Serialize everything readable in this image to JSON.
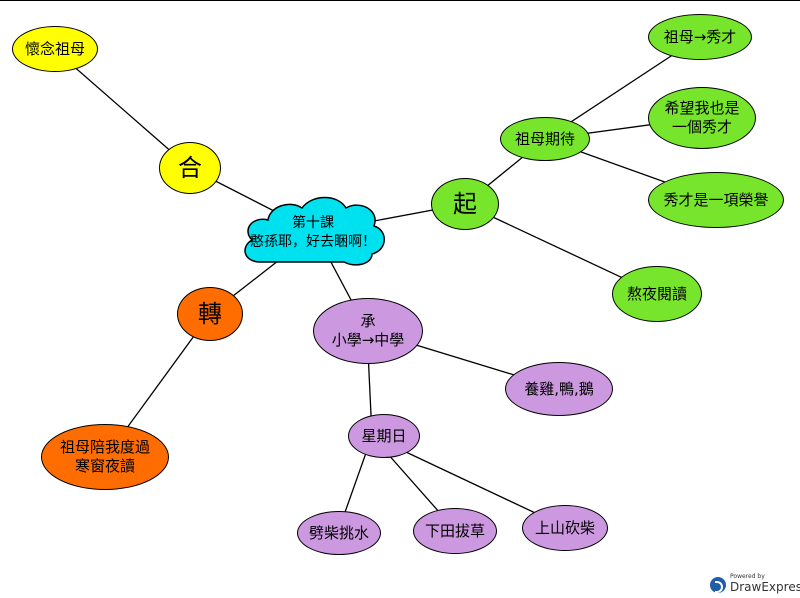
{
  "diagram": {
    "center": {
      "line1": "第十課",
      "line2": "憨孫耶，好去睏啊！"
    },
    "nodes": {
      "qi": "起",
      "zumu_qidai": "祖母期待",
      "zumu_xiucai": "祖母→秀才",
      "xiwang_line1": "希望我也是",
      "xiwang_line2": "一個秀才",
      "xiucai_rongyu": "秀才是一項榮譽",
      "aoye": "熬夜閱讀",
      "cheng_line1": "承",
      "cheng_line2": "小學→中學",
      "yangji": "養雞,鴨,鵝",
      "xingqiri": "星期日",
      "pichai": "劈柴挑水",
      "xiatian": "下田拔草",
      "shangshan": "上山砍柴",
      "zhuan": "轉",
      "zumu_pei_line1": "祖母陪我度過",
      "zumu_pei_line2": "寒窗夜讀",
      "he": "合",
      "huainian": "懷念祖母"
    },
    "colors": {
      "green": "#77e52b",
      "purple": "#cc99e0",
      "orange": "#ff6d00",
      "yellow": "#ffff00",
      "cyan": "#00e1f0"
    }
  },
  "footer": {
    "powered_by": "Powered by",
    "brand": "DrawExpress"
  }
}
